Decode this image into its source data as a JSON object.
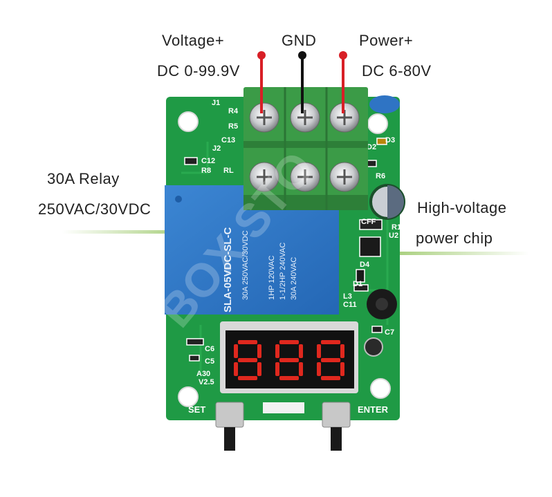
{
  "labels": {
    "voltage_plus": "Voltage+",
    "voltage_range": "DC 0-99.9V",
    "gnd": "GND",
    "power_plus": "Power+",
    "power_range": "DC 6-80V",
    "relay_title": "30A Relay",
    "relay_rating": "250VAC/30VDC",
    "chip_title": "High-voltage",
    "chip_sub": "power chip"
  },
  "board": {
    "silkscreen": {
      "j1": "J1",
      "r4": "R4",
      "r5": "R5",
      "c13": "C13",
      "j2": "J2",
      "c12": "C12",
      "r8": "R8",
      "rl": "RL",
      "d2": "D2",
      "d3": "D3",
      "r6": "R6",
      "cff": "CFF",
      "r1": "R1",
      "u2": "U2",
      "d4": "D4",
      "d1": "D1",
      "l3": "L3",
      "c11": "C11",
      "c7": "C7",
      "c6": "C6",
      "c5": "C5",
      "a30": "A30",
      "v25": "V2.5",
      "set": "SET",
      "enter": "ENTER"
    },
    "relay_text": {
      "model": "SLA-05VDC-SL-C",
      "line1": "30A 250VAC/30VDC",
      "line2": "1HP 120VAC",
      "line3": "1-1/2HP 240VAC",
      "line4": "30A 240VAC"
    },
    "watermark": "BOX STO"
  },
  "colors": {
    "pcb": "#1f9a45",
    "pcb_dark": "#157a34",
    "terminal": "#3b9b47",
    "relay": "#2e78c8",
    "wire_red": "#d81f26",
    "wire_black": "#111111",
    "led_red": "#e0281e",
    "display_bg": "#111111",
    "callout_line": "#a8cf7c"
  }
}
